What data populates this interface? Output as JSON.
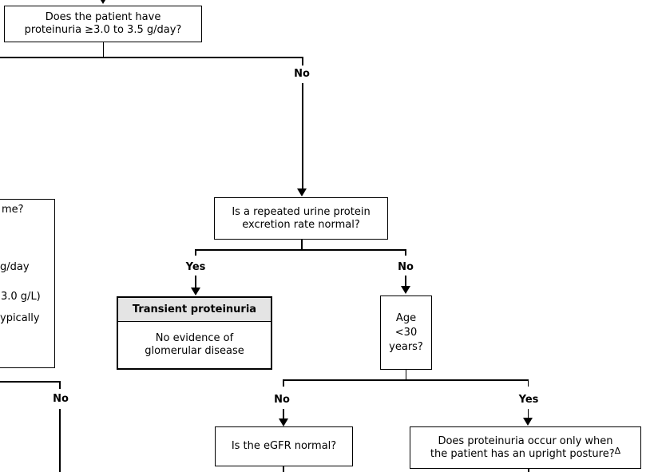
{
  "nodes": {
    "root_question": {
      "line1": "Does the patient have",
      "line2": "proteinuria ≥3.0 to 3.5 g/day?"
    },
    "left_clipped_box": {
      "fragments": [
        "me?",
        "g/day",
        "3.0 g/L)",
        "ypically"
      ]
    },
    "repeat_urine_question": {
      "line1": "Is a repeated urine protein",
      "line2": "excretion rate normal?"
    },
    "transient_proteinuria": {
      "title": "Transient proteinuria",
      "line1": "No evidence of",
      "line2": "glomerular disease"
    },
    "age_question": {
      "line1": "Age",
      "line2": "<30",
      "line3": "years?"
    },
    "egfr_question": {
      "text": "Is the eGFR normal?"
    },
    "orthostatic_question": {
      "line1": "Does proteinuria occur only when",
      "line2": "the patient has an upright posture?",
      "footnote_mark": "Δ"
    }
  },
  "labels": {
    "yes": "Yes",
    "no": "No"
  },
  "colors": {
    "background": "#ffffff",
    "line": "#000000",
    "box_border": "#000000",
    "text": "#000000",
    "header_fill": "#e4e4e4"
  }
}
